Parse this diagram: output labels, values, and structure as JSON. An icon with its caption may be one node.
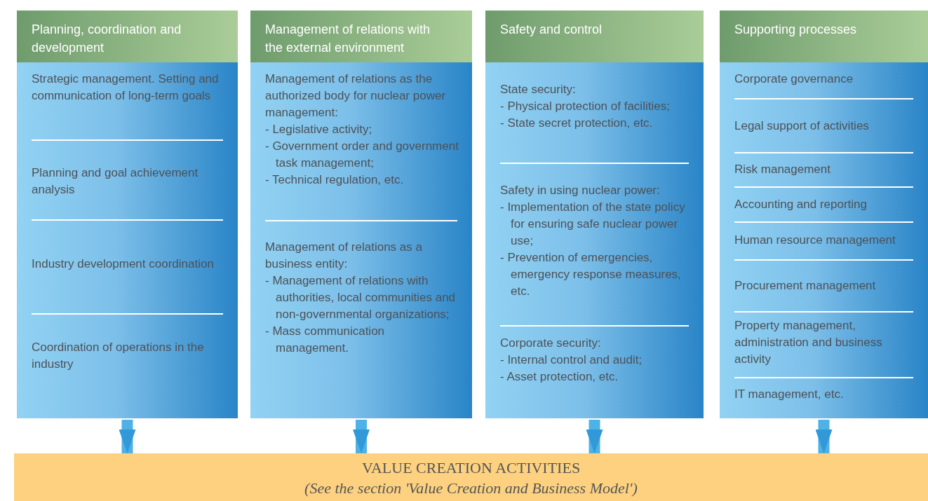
{
  "diagram": {
    "nodes": [
      {
        "text": [
          "Planning, coordination and development"
        ]
      },
      {
        "text": [],
        "shape": "box"
      },
      {
        "text": [
          "Strategic management. Setting and communication of long-term goals"
        ],
        "in": 1
      },
      {
        "text": [
          "Planning and goal achievement analysis"
        ],
        "in": 1
      },
      {
        "text": [
          "Industry development coordination"
        ],
        "in": 1
      },
      {
        "text": [
          "Coordination of operations in the industry"
        ],
        "in": 1
      },
      {
        "text": [
          "Management of relations with the external environment"
        ]
      },
      {
        "text": [],
        "shape": "box"
      },
      {
        "text": [
          "Management of relations as the authorized body for nuclear power management:",
          "- Legislative activity;",
          "- Government order and government task management;",
          "- Technical regulation, etc."
        ],
        "in": 7
      },
      {
        "text": [
          "Management of relations as a business entity:",
          "- Management of relations with authorities, local communities and non-governmental organizations;",
          "- Mass communication management."
        ],
        "in": 7
      },
      {
        "text": [
          "Safety and control"
        ]
      },
      {
        "text": [],
        "shape": "box"
      },
      {
        "text": [
          "State security:",
          "- Physical protection of facilities;",
          "- State secret protection, etc."
        ],
        "in": 11
      },
      {
        "text": [
          "Safety in using nuclear power:",
          "- Implementation of the state policy for ensuring safe nuclear power use;",
          "- Prevention of emergencies, emergency response measures, etc."
        ],
        "in": 11
      },
      {
        "text": [
          "Corporate security:",
          "- Internal control and audit;",
          "- Asset protection, etc."
        ],
        "in": 11
      },
      {
        "text": [
          "Supporting processes"
        ]
      },
      {
        "text": [],
        "shape": "box"
      },
      {
        "text": [
          "Corporate governance"
        ],
        "in": 16
      },
      {
        "text": [
          "Legal support of activities"
        ],
        "in": 16
      },
      {
        "text": [
          "Risk management"
        ],
        "in": 16
      },
      {
        "text": [
          "Accounting and reporting"
        ],
        "in": 16
      },
      {
        "text": [
          "Human resource management"
        ],
        "in": 16
      },
      {
        "text": [
          "Procurement management"
        ],
        "in": 16
      },
      {
        "text": [
          "Property management, administration and business activity"
        ],
        "in": 16
      },
      {
        "text": [
          "IT management, etc."
        ],
        "in": 16
      },
      {
        "text": [
          "VALUE CREATION ACTIVITIES",
          "(See the section 'Value Creation and Business Model')"
        ]
      }
    ],
    "edges": [
      {
        "from": 1,
        "to": 25,
        "arrow": "to"
      },
      {
        "from": 7,
        "to": 25,
        "arrow": "to"
      },
      {
        "from": 11,
        "to": 25,
        "arrow": "to"
      },
      {
        "from": 16,
        "to": 25,
        "arrow": "to"
      }
    ]
  }
}
